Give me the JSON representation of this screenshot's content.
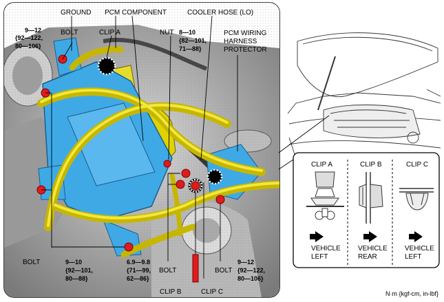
{
  "main_photo": {
    "labels": {
      "ground": "GROUND",
      "pcm_component": "PCM COMPONENT",
      "cooler_hose": "COOLER HOSE (LO)",
      "pcm_wiring": [
        "PCM WIRING",
        "HARNESS",
        "PROTECTOR"
      ],
      "bolt_top": "BOLT",
      "clip_a": "CLIP A",
      "nut": "NUT",
      "bolt_left": "BOLT",
      "bolt_mid": "BOLT",
      "bolt_right": "BOLT",
      "clip_b": "CLIP B",
      "clip_c": "CLIP C"
    },
    "torques": {
      "top_left": [
        "9—12",
        "{92—122,",
        "80—106}"
      ],
      "nut": [
        "8—10",
        "{82—101,",
        "71—88}"
      ],
      "bottom_left": [
        "9—10",
        "{92—101,",
        "80—88}"
      ],
      "bottom_mid": [
        "6.9—9.8",
        "{71—99,",
        "62—86}"
      ],
      "bottom_right": [
        "9—12",
        "{92—122,",
        "80—106}"
      ]
    }
  },
  "clip_panel": {
    "clip_a": {
      "title": "CLIP A",
      "direction": [
        "VEHICLE",
        "LEFT"
      ]
    },
    "clip_b": {
      "title": "CLIP B",
      "direction": [
        "VEHICLE",
        "REAR"
      ]
    },
    "clip_c": {
      "title": "CLIP C",
      "direction": [
        "VEHICLE",
        "LEFT"
      ]
    }
  },
  "units_note": "N·m {kgf-cm, in-lbf}",
  "colors": {
    "bracket": "#3fa9e6",
    "hose": "#d8c800",
    "bolt": "#e01b1b"
  }
}
